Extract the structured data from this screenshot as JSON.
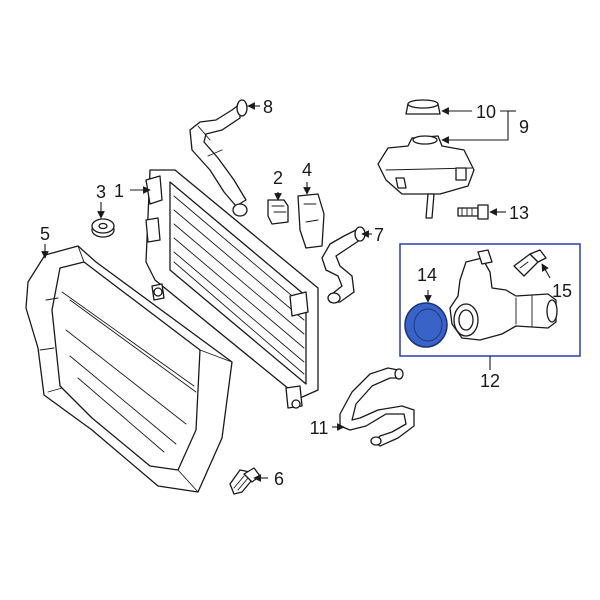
{
  "callouts": {
    "c1": "1",
    "c2": "2",
    "c3": "3",
    "c4": "4",
    "c5": "5",
    "c6": "6",
    "c7": "7",
    "c8": "8",
    "c9": "9",
    "c10": "10",
    "c11": "11",
    "c12": "12",
    "c13": "13",
    "c14": "14",
    "c15": "15"
  },
  "colors": {
    "line": "#1a1a1a",
    "highlight_fill": "#3a63c8",
    "highlight_stroke": "#1c3478",
    "group_box": "#2b3ea8"
  },
  "highlighted_part": "14"
}
